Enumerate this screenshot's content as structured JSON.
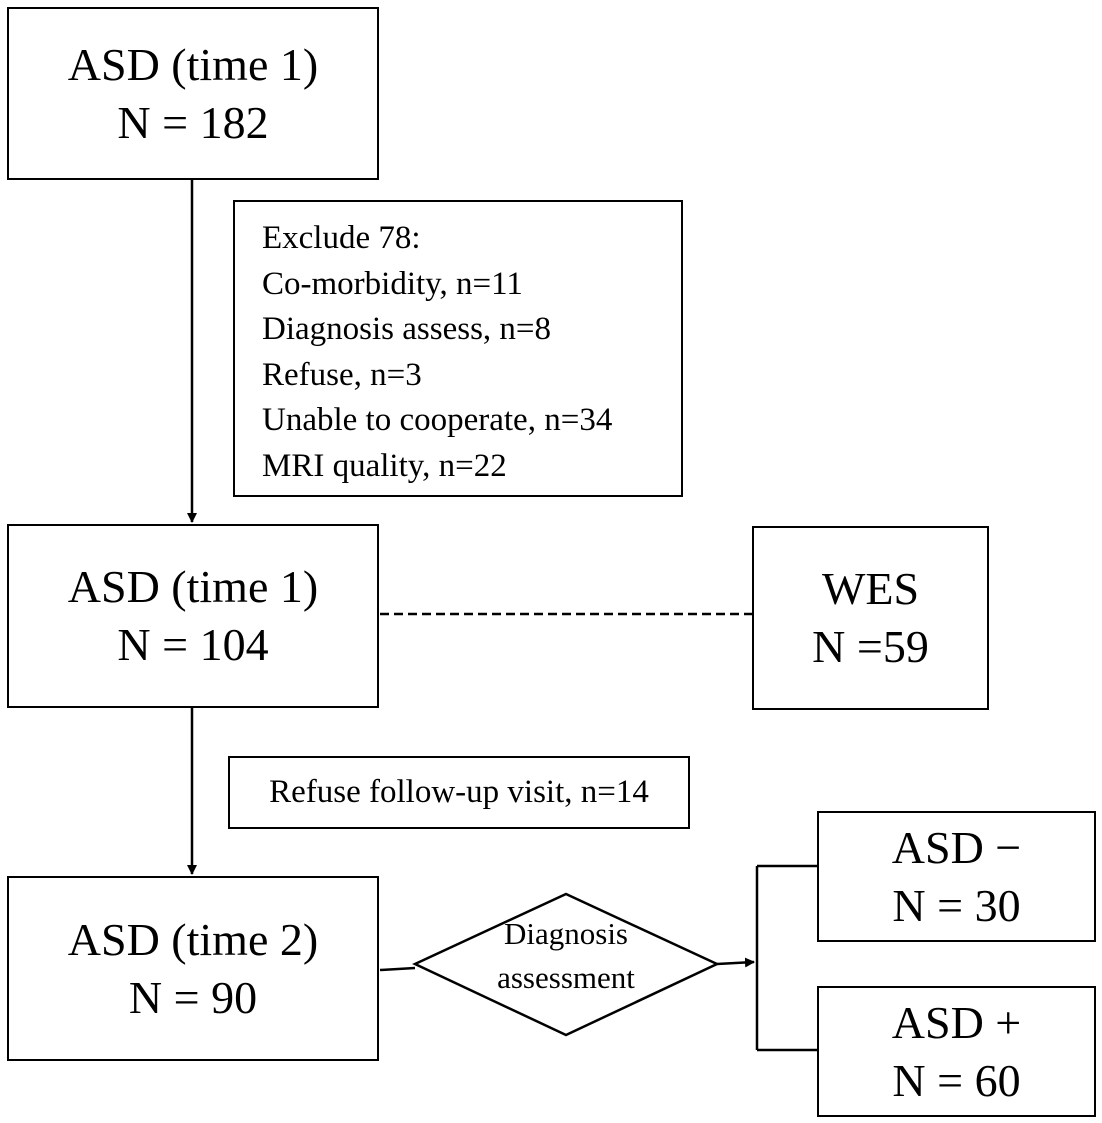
{
  "boxes": {
    "asd_time1_initial": {
      "line1": "ASD (time 1)",
      "line2": "N = 182"
    },
    "exclusions": {
      "title": "Exclude 78:",
      "items": [
        "Co-morbidity, n=11",
        "Diagnosis assess, n=8",
        "Refuse, n=3",
        "Unable to cooperate, n=34",
        "MRI quality, n=22"
      ]
    },
    "asd_time1_included": {
      "line1": "ASD (time 1)",
      "line2": "N = 104"
    },
    "wes": {
      "line1": "WES",
      "line2": "N =59"
    },
    "refuse_followup": {
      "text": "Refuse follow-up visit, n=14"
    },
    "asd_time2": {
      "line1": "ASD (time 2)",
      "line2": "N = 90"
    },
    "decision": {
      "line1": "Diagnosis",
      "line2": "assessment"
    },
    "asd_negative": {
      "line1": "ASD −",
      "line2": "N = 30"
    },
    "asd_positive": {
      "line1": "ASD +",
      "line2": "N = 60"
    }
  }
}
